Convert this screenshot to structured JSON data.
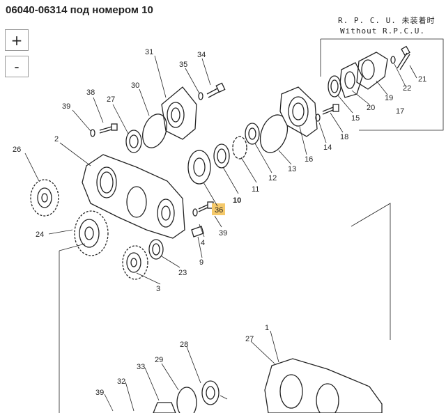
{
  "header": {
    "title": "06040-06314 под номером 10"
  },
  "zoom": {
    "in_label": "+",
    "out_label": "-"
  },
  "diagram": {
    "note_line1": "R. P. C. U. 未装着时",
    "note_line2": "Without R.P.C.U.",
    "highlight_color": "#f5c96a",
    "highlighted_label": "10",
    "labels": [
      "31",
      "34",
      "35",
      "30",
      "38",
      "27",
      "39",
      "26",
      "2",
      "15",
      "21",
      "22",
      "19",
      "20",
      "17",
      "18",
      "14",
      "16",
      "13",
      "12",
      "11",
      "10",
      "36",
      "39",
      "4",
      "9",
      "24",
      "23",
      "3",
      "1",
      "27",
      "28",
      "29",
      "33",
      "32",
      "39"
    ]
  }
}
